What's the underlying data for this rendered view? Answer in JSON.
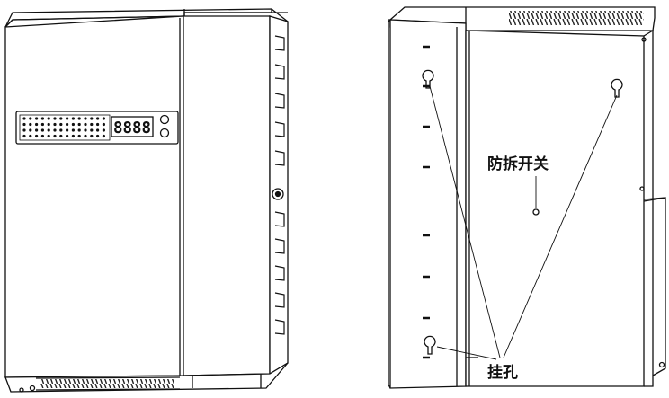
{
  "front_view": {
    "display_digits": "8888"
  },
  "rear_view": {
    "tamper_switch_label": "防拆开关",
    "mounting_holes_label": "挂孔"
  }
}
